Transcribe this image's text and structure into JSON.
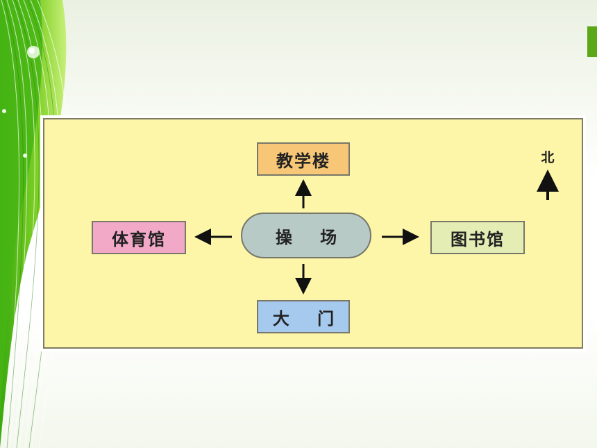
{
  "diagram": {
    "nodes": {
      "north": "教学楼",
      "center": "操 场",
      "west": "体育馆",
      "east": "图书馆",
      "south": "大 门"
    },
    "north_marker": "北"
  },
  "colors": {
    "panel_background": "#fdf6a8",
    "north_node": "#f7c777",
    "center_node": "#b8cac6",
    "west_node": "#f2a9c8",
    "east_node": "#e4edb4",
    "south_node": "#a6c9ee",
    "accent_green": "#5aa817"
  },
  "icons": {
    "north_arrow": "arrow-up-icon",
    "compass_arrow": "north-arrow-icon"
  }
}
